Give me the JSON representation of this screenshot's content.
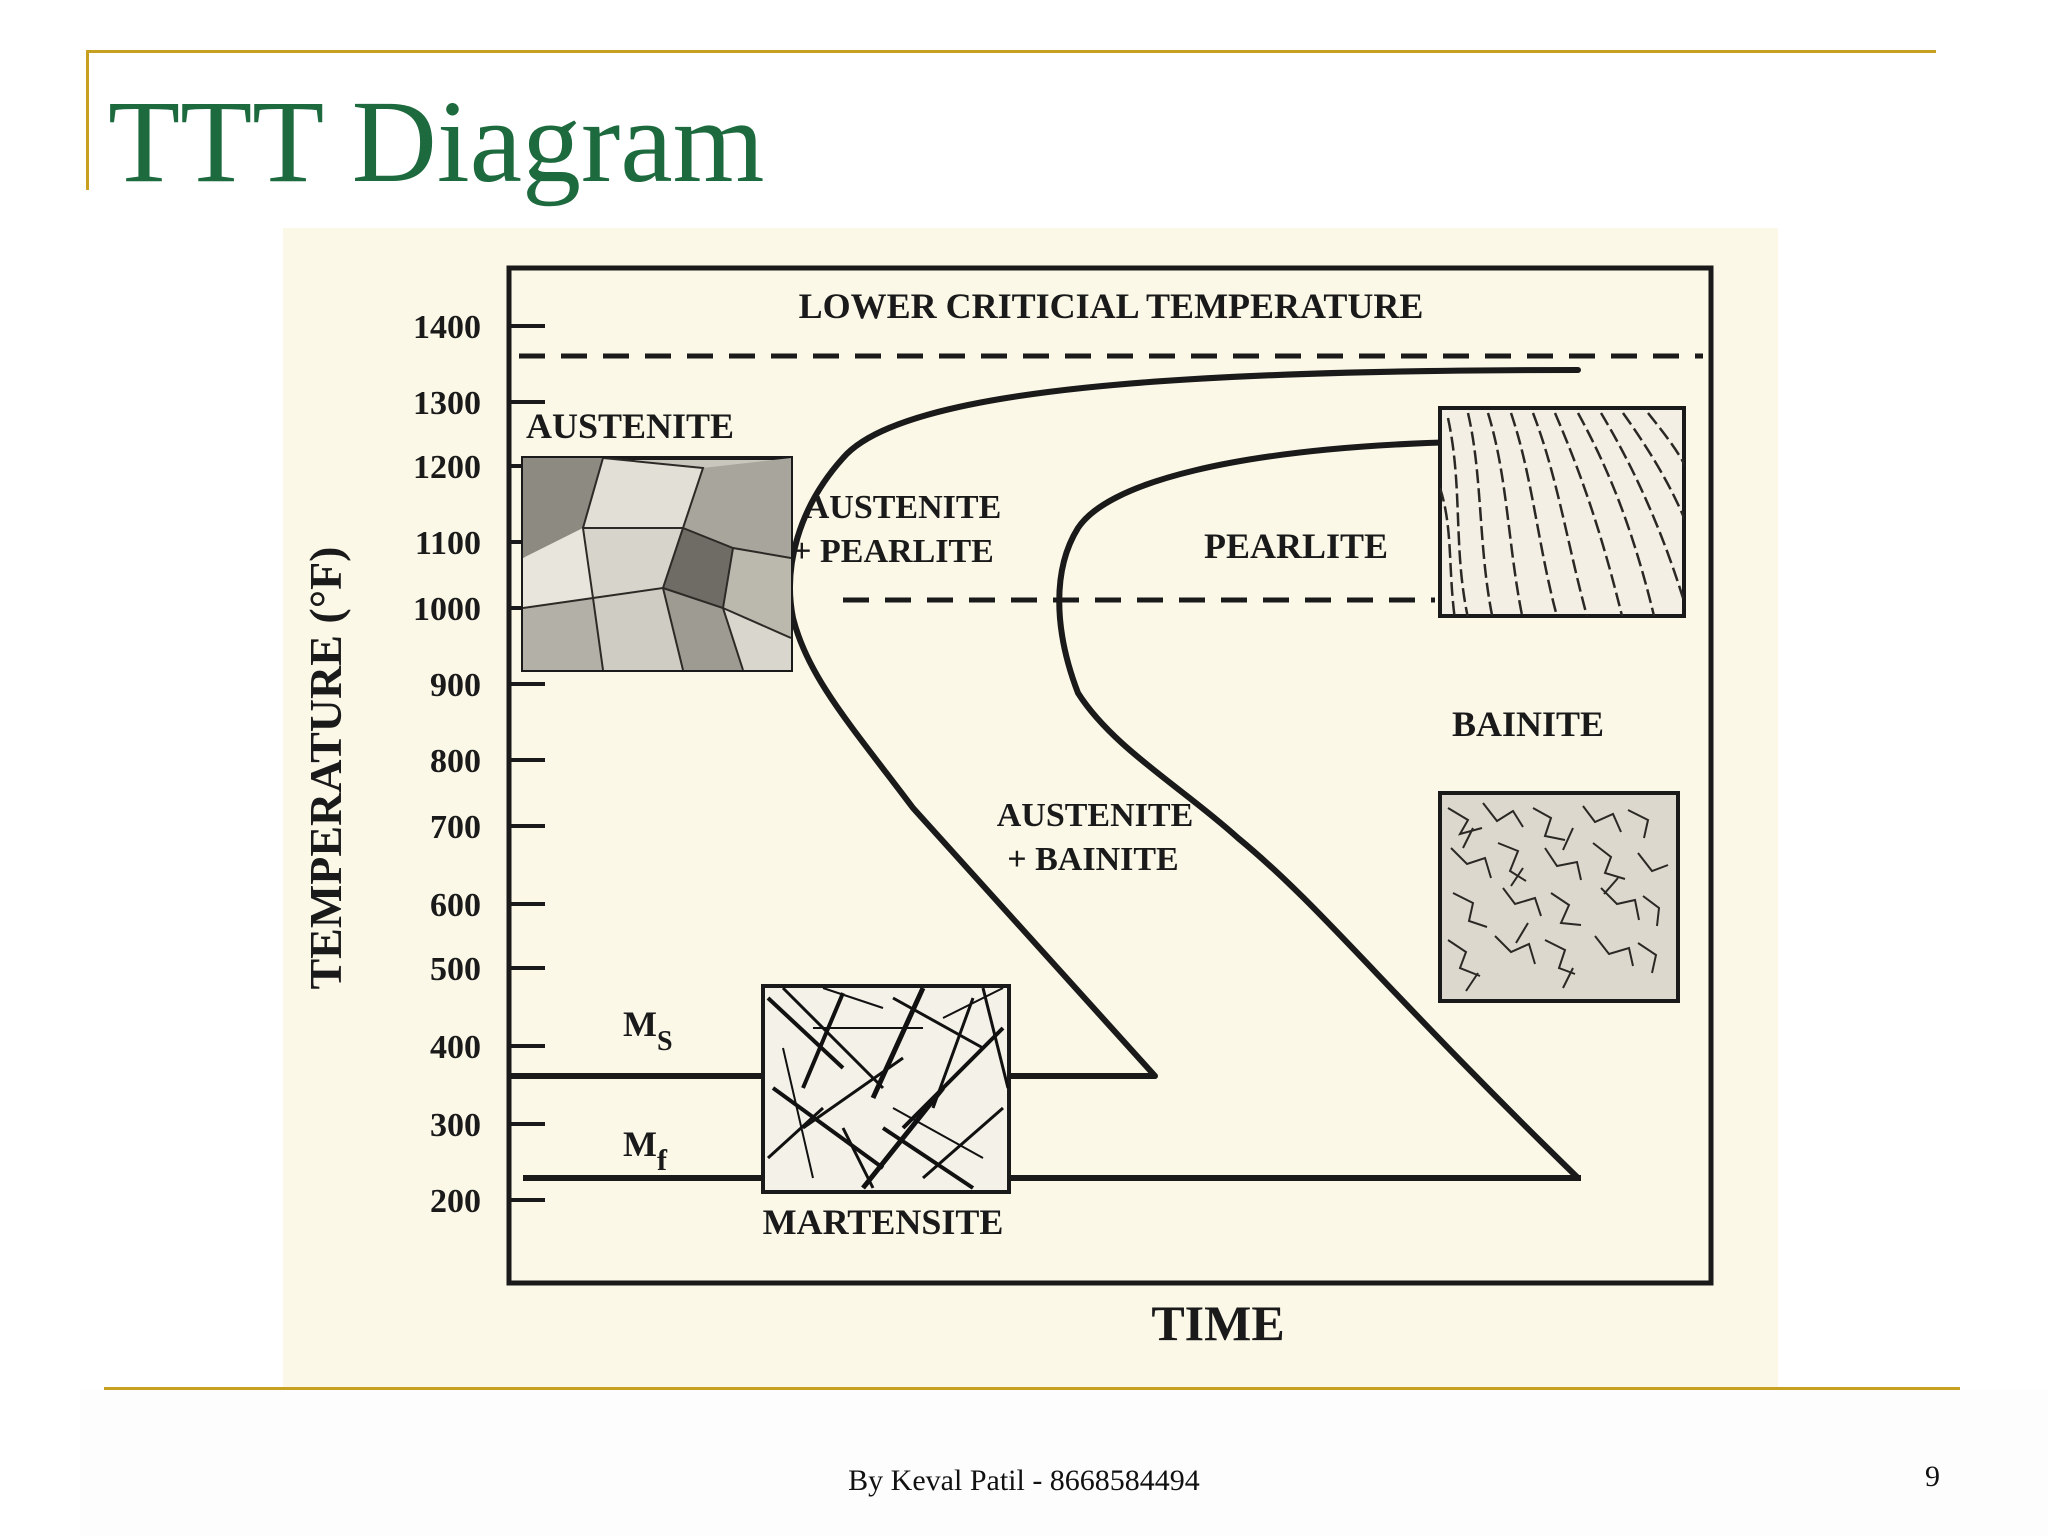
{
  "slide": {
    "title": "TTT Diagram",
    "footer": "By Keval Patil - 8668584494",
    "page_number": "9",
    "colors": {
      "title": "#1e6a3f",
      "accent_rule": "#c8a020",
      "diagram_background": "#fbf8e8",
      "ink": "#1a1a1a"
    }
  },
  "diagram": {
    "y_axis_label": "TEMPERATURE (°F)",
    "x_axis_label": "TIME",
    "y_ticks": [
      "1400",
      "1300",
      "1200",
      "1100",
      "1000",
      "900",
      "800",
      "700",
      "600",
      "500",
      "400",
      "300",
      "200"
    ],
    "labels": {
      "lower_critical": "LOWER CRITICIAL TEMPERATURE",
      "austenite": "AUSTENITE",
      "austenite_pearlite_1": "AUSTENITE",
      "austenite_pearlite_2": "+ PEARLITE",
      "pearlite": "PEARLITE",
      "bainite": "BAINITE",
      "austenite_bainite_1": "AUSTENITE",
      "austenite_bainite_2": "+ BAINITE",
      "ms_main": "M",
      "ms_sub": "S",
      "mf_main": "M",
      "mf_sub": "f",
      "martensite": "MARTENSITE"
    },
    "micrographs": [
      {
        "name": "austenite-micrograph",
        "depicts": "austenite grains"
      },
      {
        "name": "pearlite-micrograph",
        "depicts": "pearlite lamellae"
      },
      {
        "name": "bainite-micrograph",
        "depicts": "bainite structure"
      },
      {
        "name": "martensite-micrograph",
        "depicts": "martensite needles"
      }
    ]
  }
}
